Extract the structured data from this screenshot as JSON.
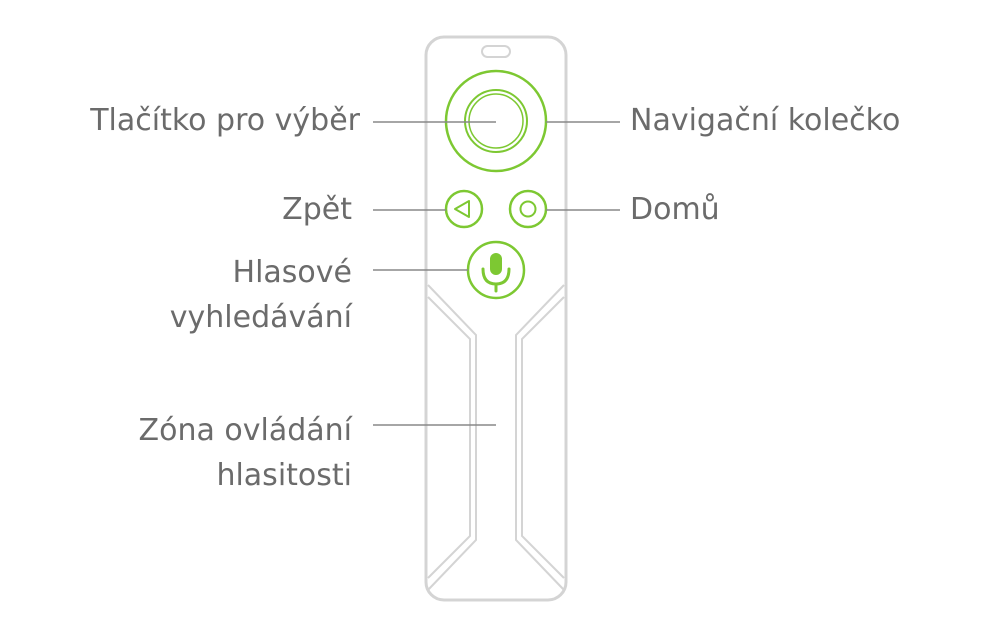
{
  "labels": {
    "select_button": "Tlačítko pro výběr",
    "nav_wheel": "Navigační kolečko",
    "back": "Zpět",
    "home": "Domů",
    "voice_search_line1": "Hlasové",
    "voice_search_line2": "vyhledávání",
    "volume_zone_line1": "Zóna ovládání",
    "volume_zone_line2": "hlasitosti"
  },
  "colors": {
    "accent": "#7dc832",
    "outline": "#d4d4d4",
    "leader": "#888888",
    "text": "#6b6b6b"
  }
}
